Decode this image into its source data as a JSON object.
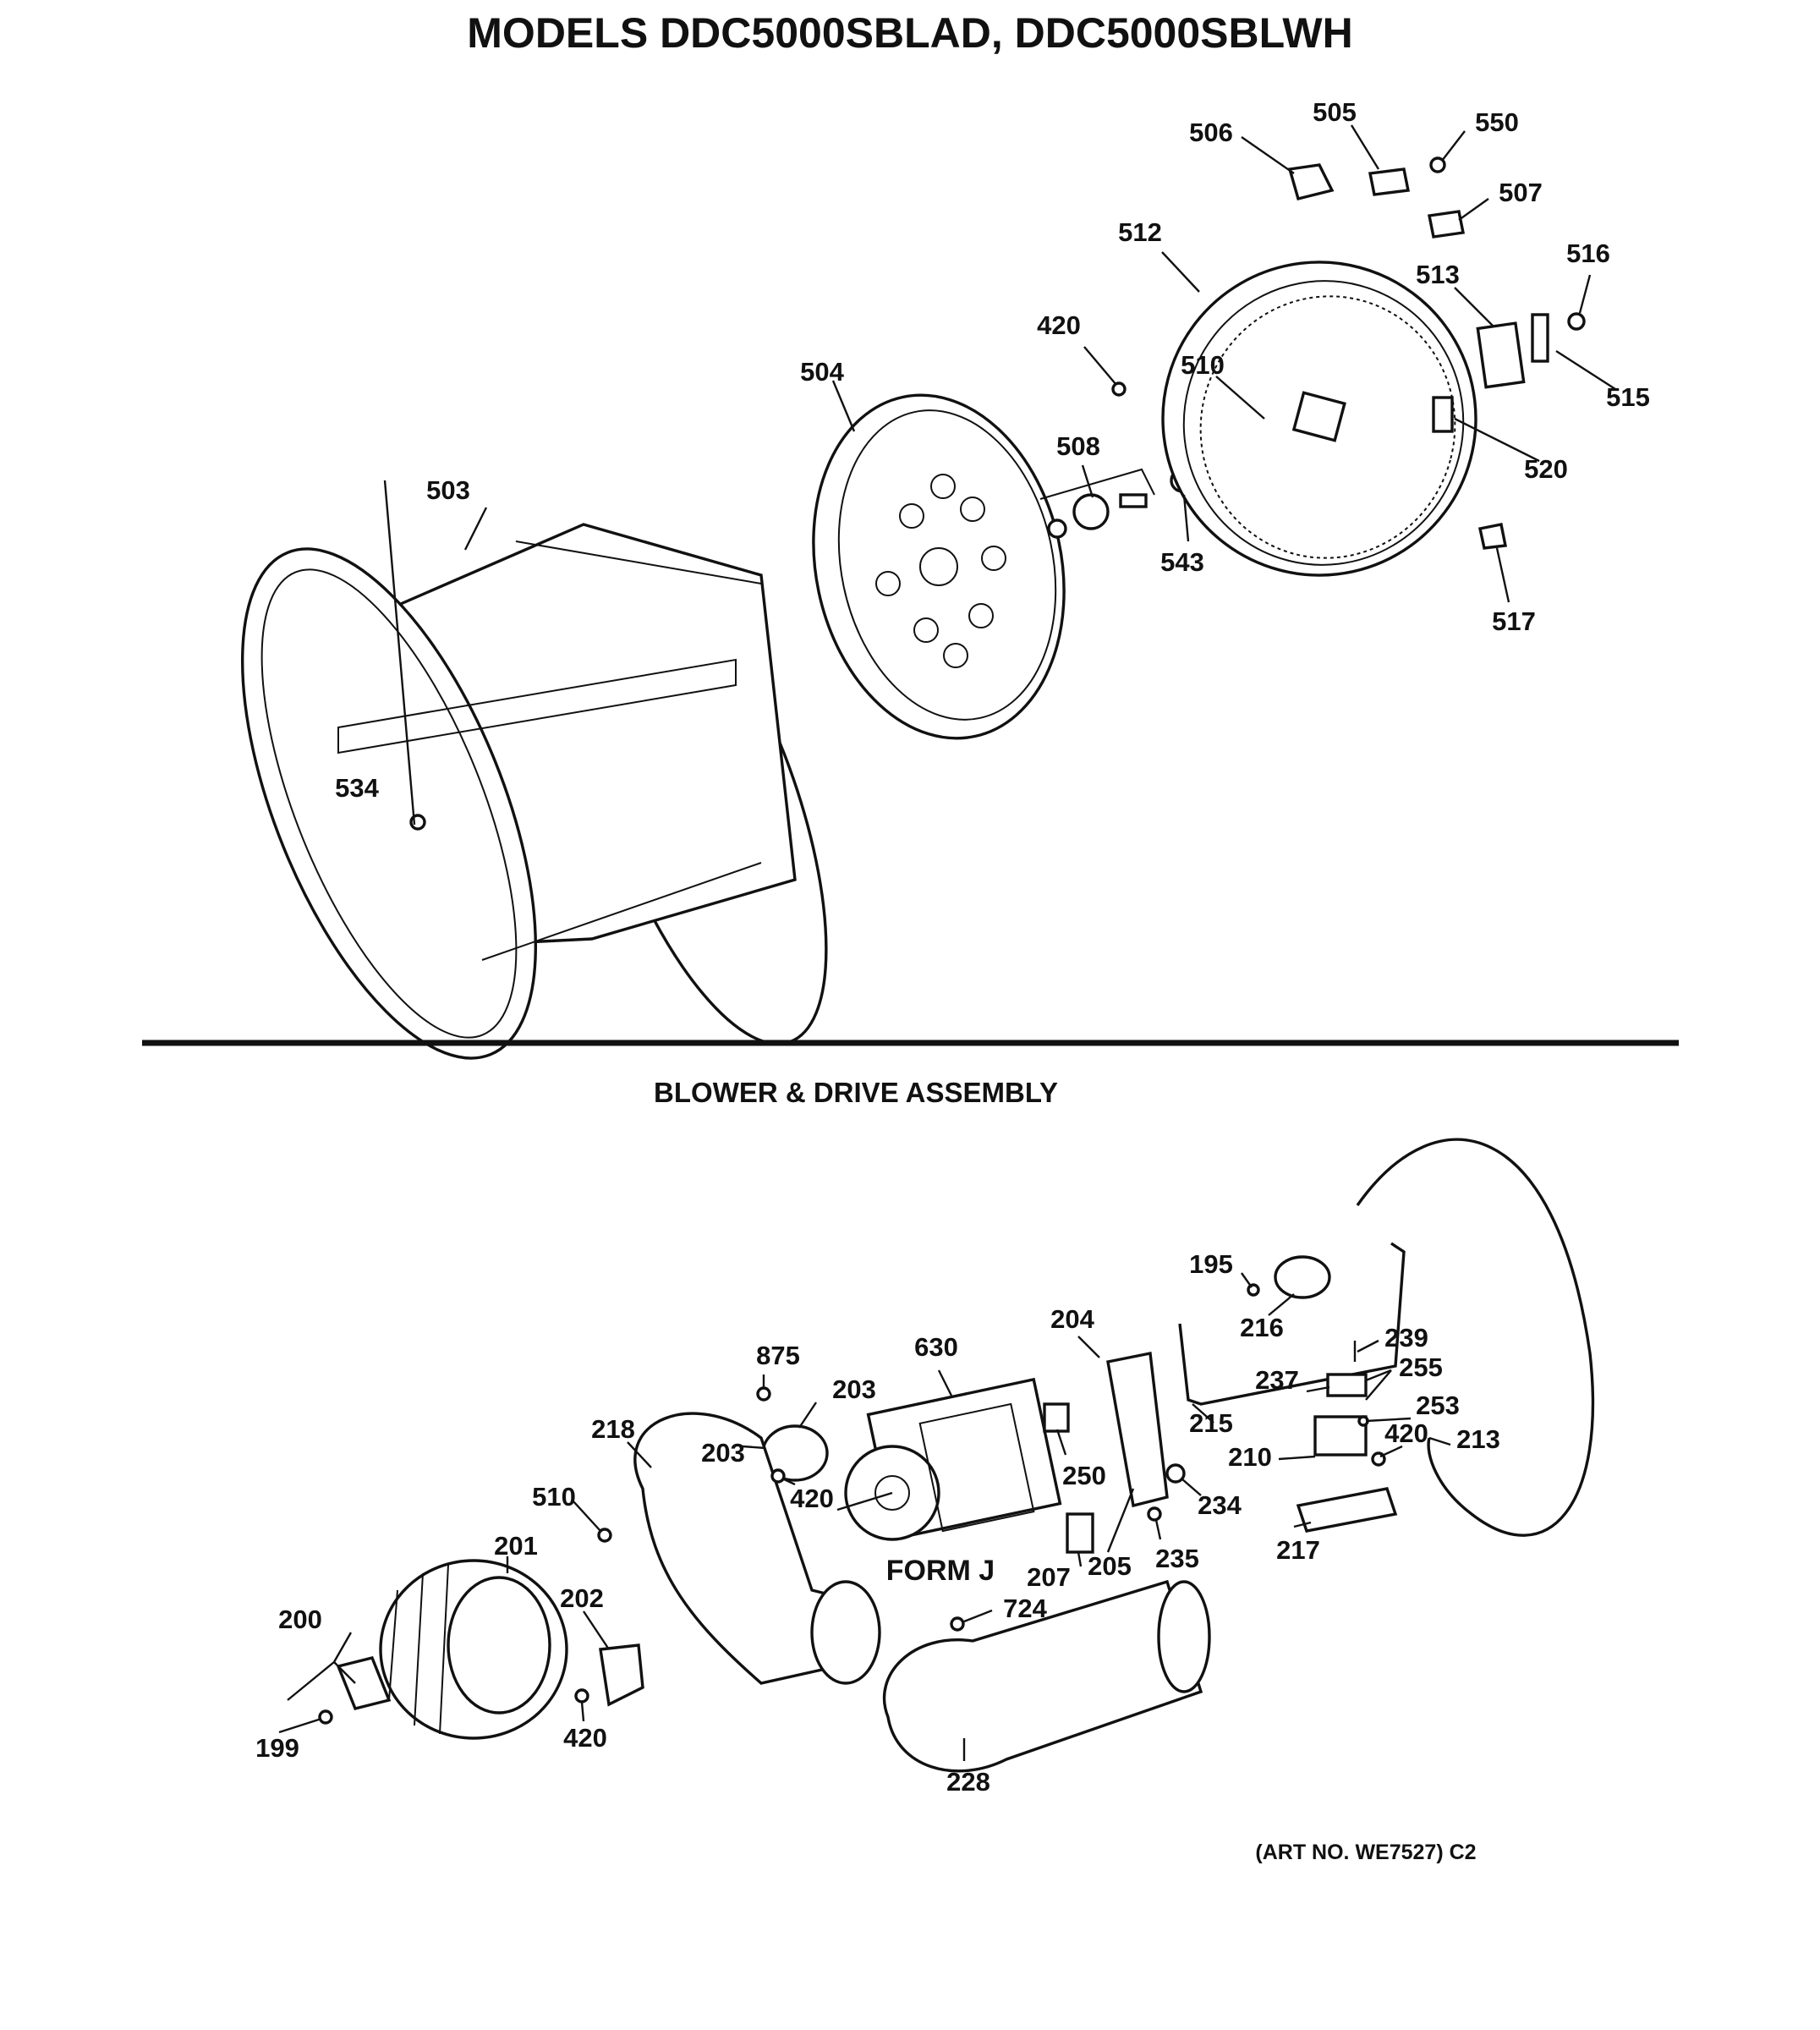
{
  "title": "MODELS DDC5000SBLAD, DDC5000SBLWH",
  "section_title": "BLOWER & DRIVE ASSEMBLY",
  "form_label": "FORM J",
  "art_number": "(ART NO. WE7527) C2",
  "drum_callouts": [
    "503",
    "504",
    "505",
    "506",
    "507",
    "508",
    "510",
    "512",
    "513",
    "515",
    "516",
    "517",
    "520",
    "534",
    "543",
    "550",
    "420"
  ],
  "blower_callouts": [
    "195",
    "199",
    "200",
    "201",
    "202",
    "203",
    "203",
    "204",
    "205",
    "207",
    "210",
    "213",
    "215",
    "216",
    "217",
    "218",
    "228",
    "234",
    "235",
    "237",
    "239",
    "250",
    "253",
    "255",
    "420",
    "420",
    "420",
    "510",
    "630",
    "724",
    "875"
  ]
}
